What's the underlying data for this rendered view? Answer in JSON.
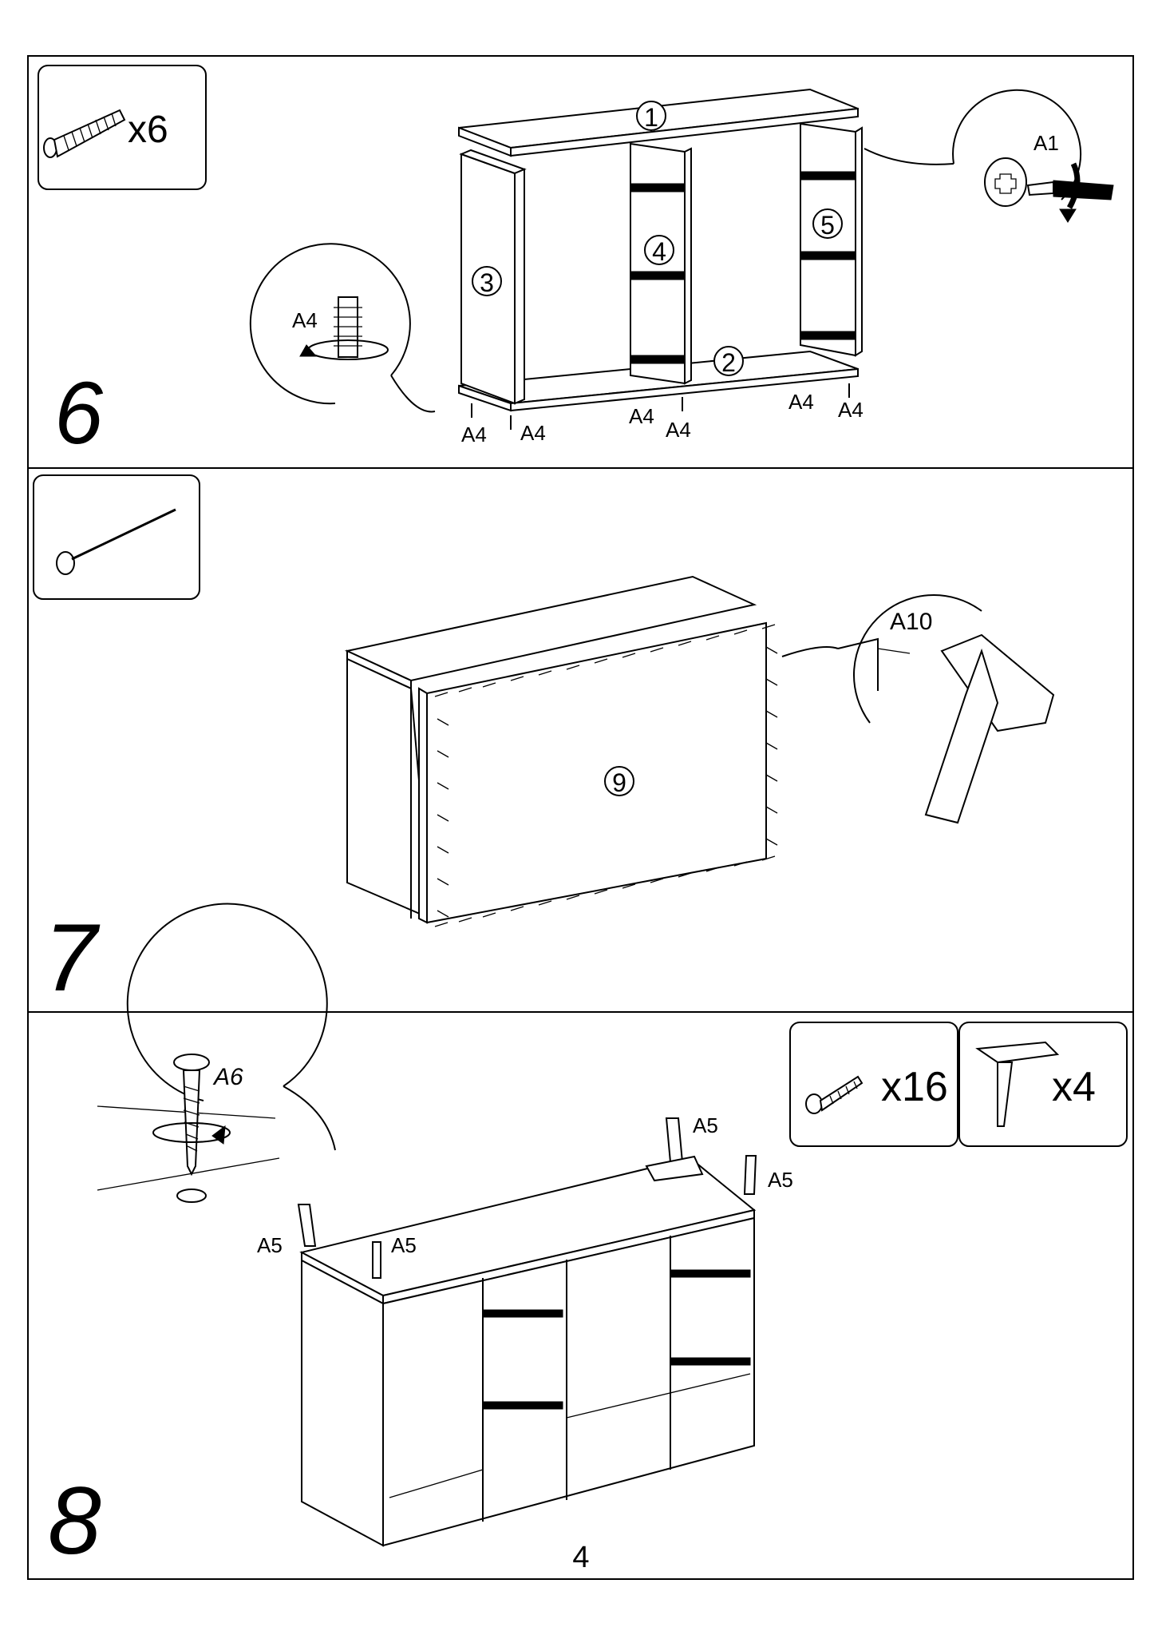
{
  "page_number": "4",
  "steps": [
    {
      "number": "6",
      "hardware": {
        "quantity": "x6",
        "icon": "dowel-screw-icon"
      },
      "panels": [
        "1",
        "2",
        "3",
        "4",
        "5"
      ],
      "callout_tool": "A1",
      "callout_part": "A4",
      "fastener_labels": [
        "A4",
        "A4",
        "A4",
        "A4",
        "A4",
        "A4"
      ]
    },
    {
      "number": "7",
      "hardware": {
        "icon": "nail-icon"
      },
      "panels": [
        "9"
      ],
      "callout_part": "A10"
    },
    {
      "number": "8",
      "hardware": [
        {
          "quantity": "x16",
          "icon": "wood-screw-icon"
        },
        {
          "quantity": "x4",
          "icon": "furniture-leg-icon"
        }
      ],
      "callout_part": "A6",
      "leg_labels": [
        "A5",
        "A5",
        "A5",
        "A5"
      ]
    }
  ]
}
